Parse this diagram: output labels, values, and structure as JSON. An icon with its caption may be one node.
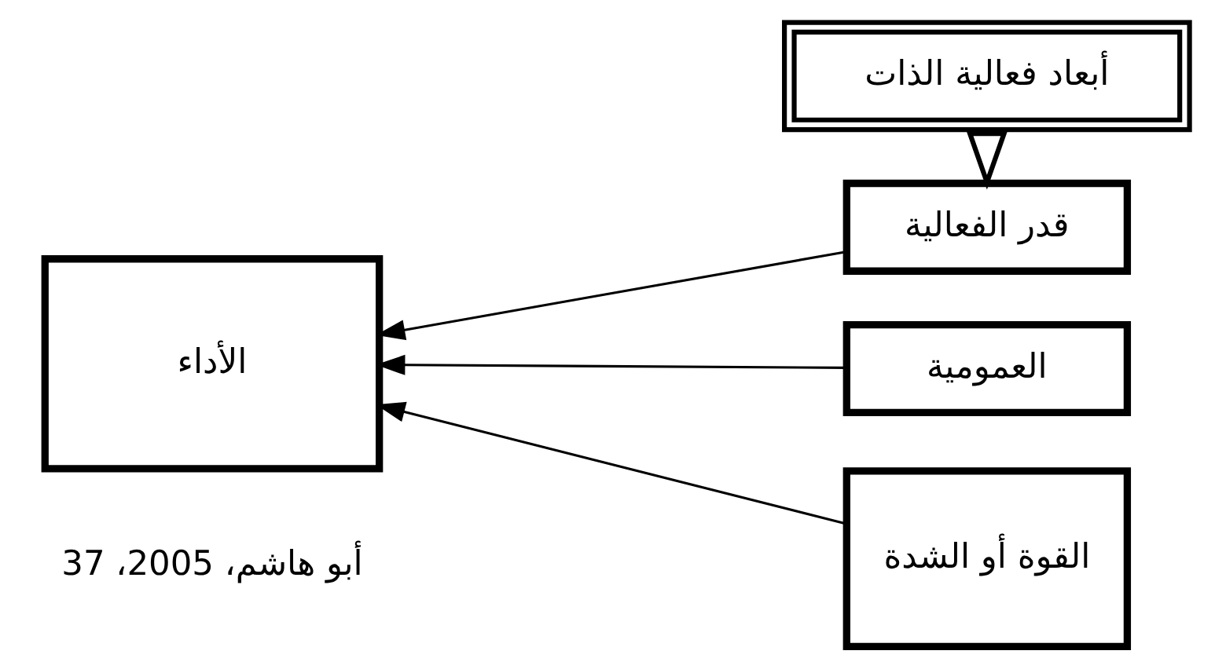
{
  "diagram": {
    "nodes": [
      {
        "text": [
          "أبعاد فعالية الذات"
        ]
      },
      {
        "text": [
          "قدر الفعالية"
        ]
      },
      {
        "text": [
          "العمومية"
        ]
      },
      {
        "text": [
          "القوة أو الشدة"
        ]
      },
      {
        "text": [
          "الأداء"
        ]
      }
    ],
    "edges": [
      {
        "from": 0,
        "to": 1,
        "arrow": "to",
        "style": "thick"
      },
      {
        "from": 1,
        "to": 4,
        "arrow": "to"
      },
      {
        "from": 2,
        "to": 4,
        "arrow": "to"
      },
      {
        "from": 3,
        "to": 4,
        "arrow": "to"
      }
    ],
    "labels": [
      "أبو هاشم، 2005، 37"
    ]
  }
}
